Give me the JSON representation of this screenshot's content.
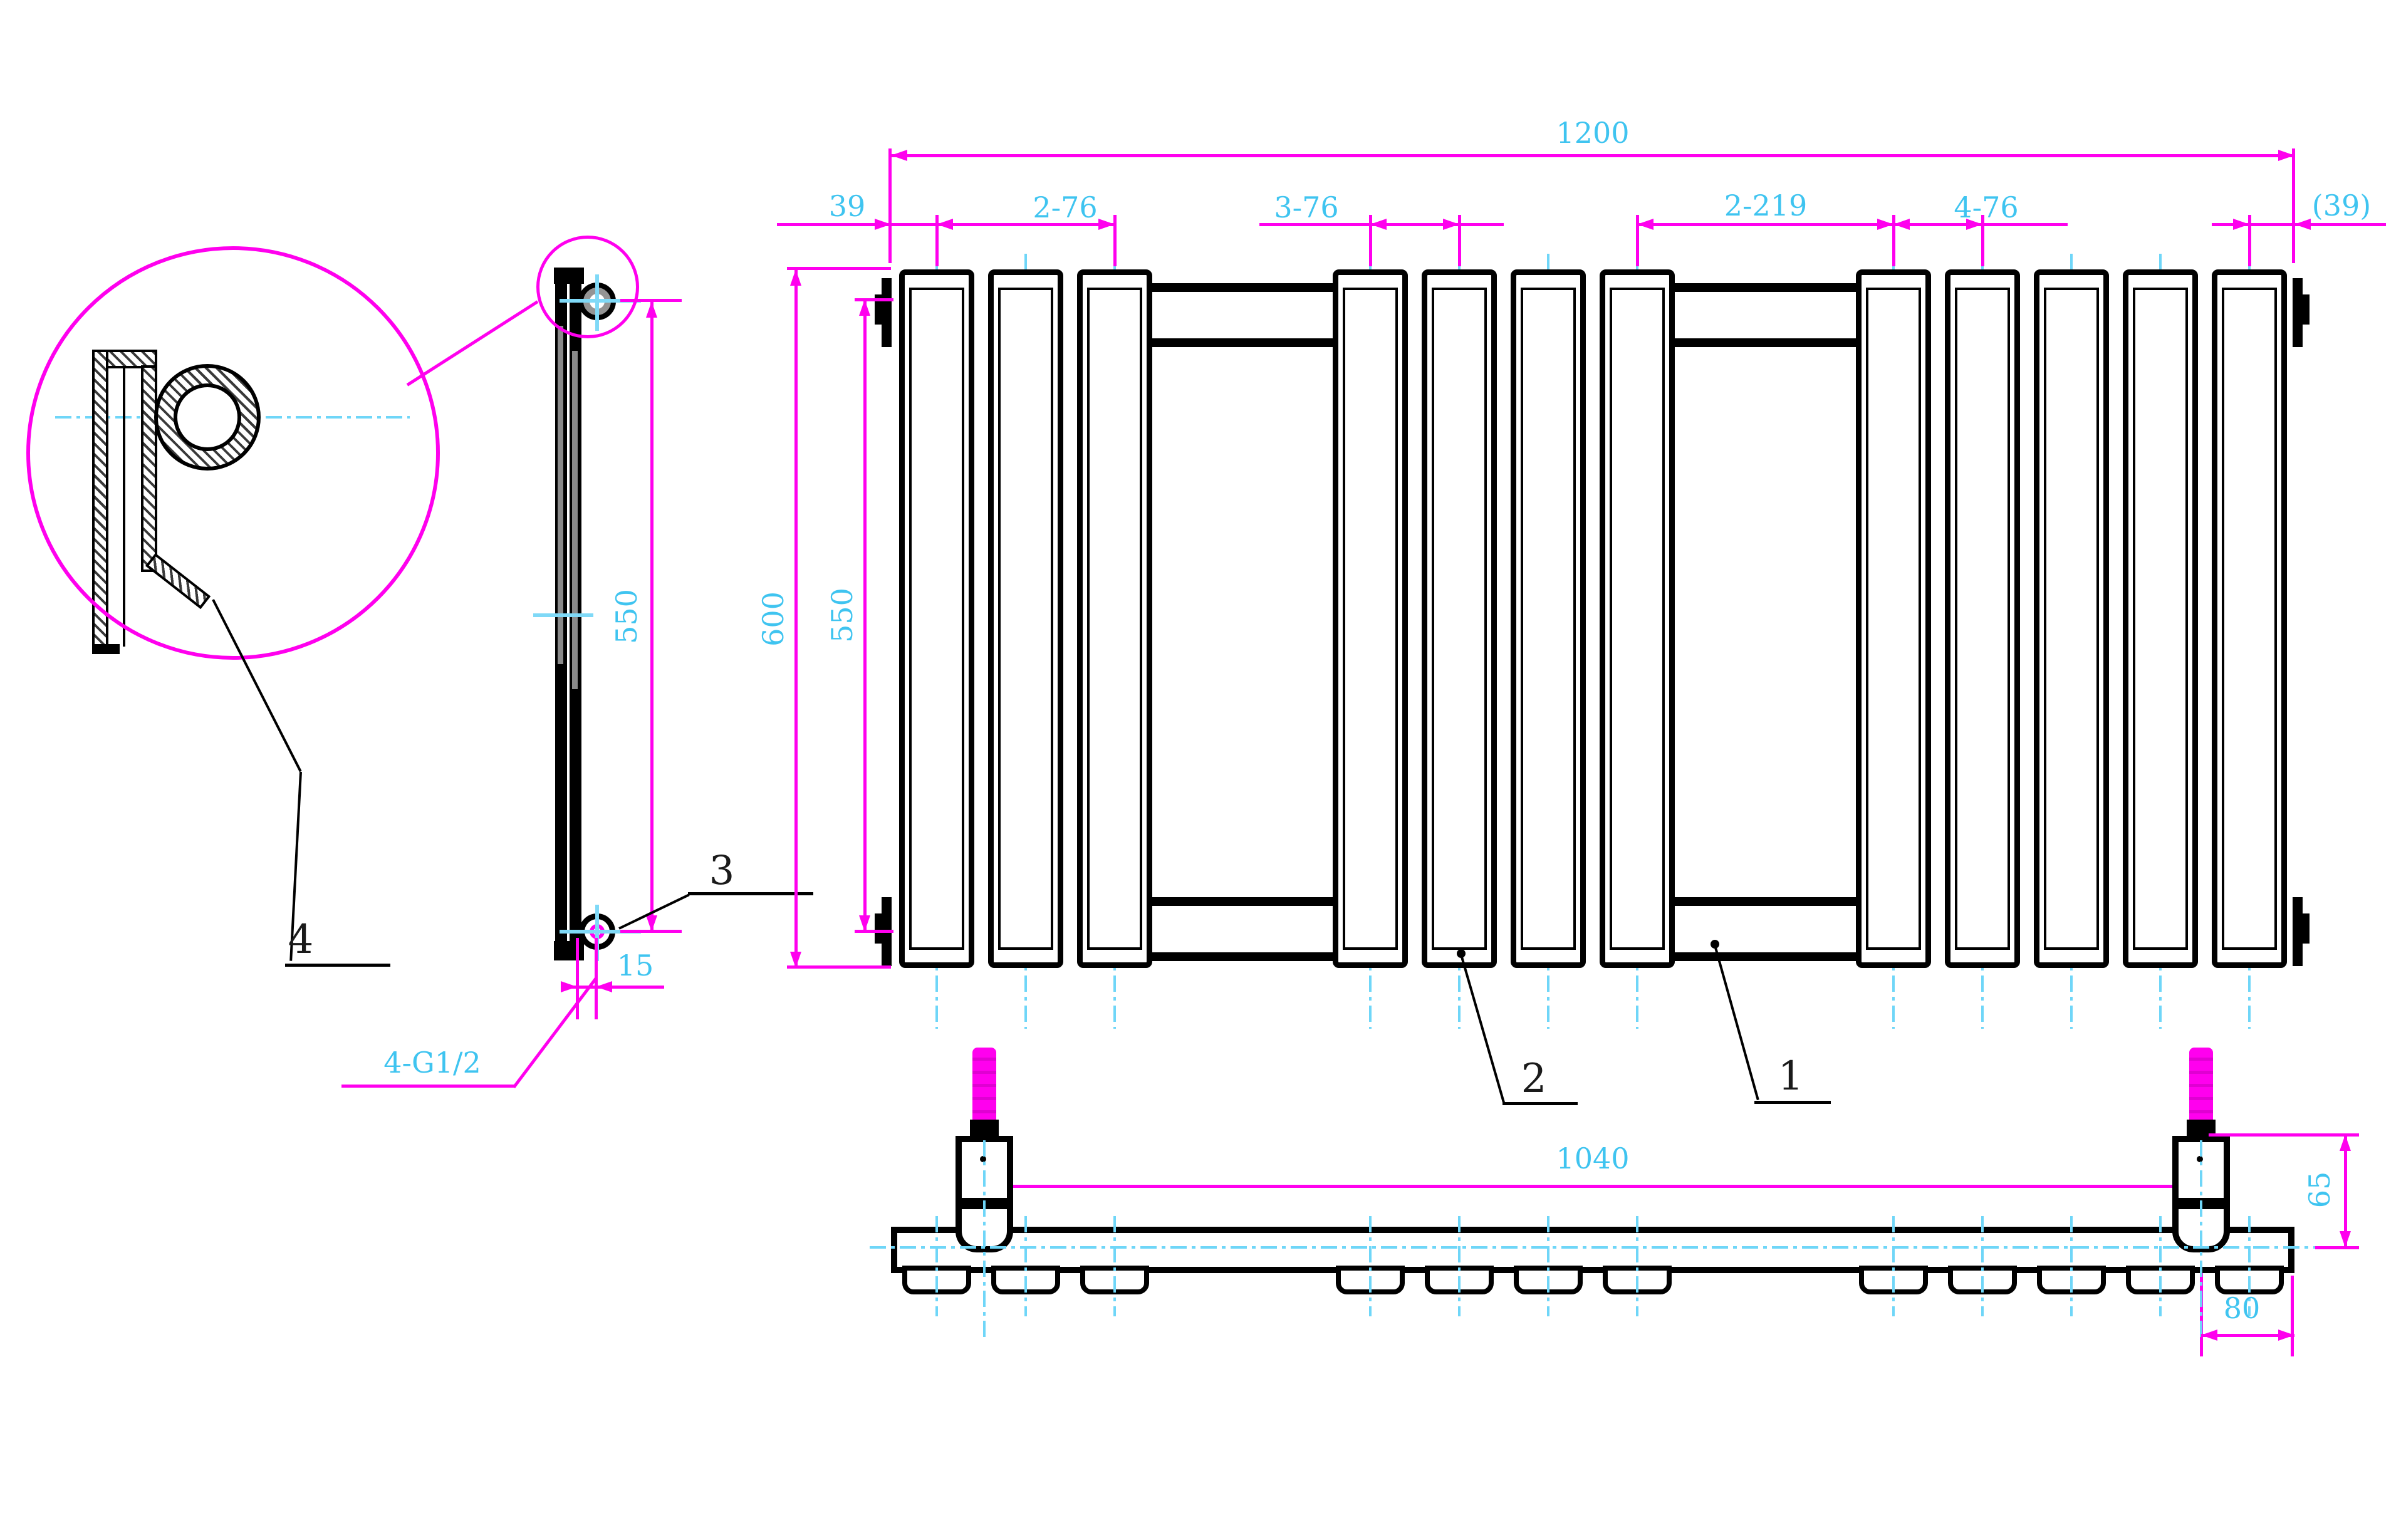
{
  "drawing": {
    "front_view": {
      "overall_width": "1200",
      "left_end_offset": "39",
      "left_group_pitch": "2-76",
      "middle_group_pitch": "3-76",
      "group_gap_pitch": "2-219",
      "right_group_pitch": "4-76",
      "right_end_offset": "(39)",
      "overall_height": "600",
      "port_center_height": "550"
    },
    "side_view": {
      "port_center_height": "550",
      "bottom_port_offset": "15",
      "connection_note": "4-G1/2"
    },
    "bottom_view": {
      "bracket_spacing": "1040",
      "bracket_height": "65",
      "bracket_end_offset": "80"
    },
    "part_labels": {
      "collector": "1",
      "panel": "2",
      "port": "3",
      "section": "4"
    },
    "colors": {
      "dimension": "#FF00EE",
      "text": "#3FC4F0",
      "centerline": "#6FD6F8",
      "outline": "#000000"
    }
  }
}
